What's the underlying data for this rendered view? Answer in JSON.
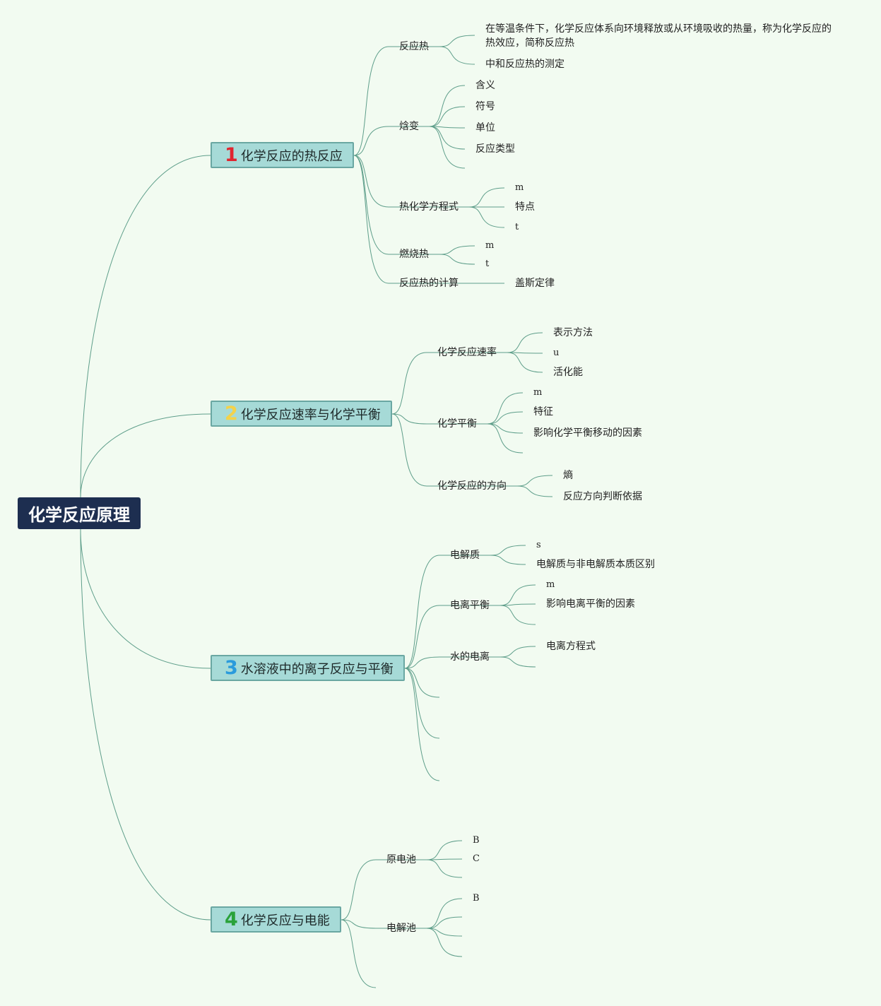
{
  "root": {
    "title": "化学反应原理"
  },
  "colors": {
    "link": "#5e9e8a",
    "background": "#f2fbf1",
    "root_bg": "#1d2e50",
    "topic_bg": "#a6dad7"
  },
  "topics": [
    {
      "num": "1",
      "num_color": "#e0252f",
      "label": "化学反应的热反应",
      "branches": [
        {
          "label": "反应热",
          "leaves": [
            "在等温条件下，化学反应体系向环境释放或从环境吸收的热量，称为化学反应的热效应，简称反应热",
            "中和反应热的测定"
          ]
        },
        {
          "label": "焓变",
          "leaves": [
            "含义",
            "符号",
            "单位",
            "反应类型",
            ""
          ]
        },
        {
          "label": "热化学方程式",
          "leaves": [
            "m",
            "特点",
            "t"
          ]
        },
        {
          "label": "燃烧热",
          "leaves": [
            "m",
            "t"
          ]
        },
        {
          "label": "反应热的计算",
          "leaves": [
            "盖斯定律"
          ]
        }
      ]
    },
    {
      "num": "2",
      "num_color": "#f3d24a",
      "label": "化学反应速率与化学平衡",
      "branches": [
        {
          "label": "化学反应速率",
          "leaves": [
            "表示方法",
            "u",
            "活化能"
          ]
        },
        {
          "label": "化学平衡",
          "leaves": [
            "m",
            "特征",
            "影响化学平衡移动的因素",
            ""
          ]
        },
        {
          "label": "化学反应的方向",
          "leaves": [
            "熵",
            "反应方向判断依据"
          ]
        }
      ]
    },
    {
      "num": "3",
      "num_color": "#2a9bdc",
      "label": "水溶液中的离子反应与平衡",
      "branches": [
        {
          "label": "电解质",
          "leaves": [
            "s",
            "电解质与非电解质本质区别"
          ]
        },
        {
          "label": "电离平衡",
          "leaves": [
            "m",
            "影响电离平衡的因素",
            ""
          ]
        },
        {
          "label": "水的电离",
          "leaves": [
            "电离方程式",
            ""
          ]
        },
        {
          "label": "",
          "leaves": []
        },
        {
          "label": "",
          "leaves": []
        },
        {
          "label": "",
          "leaves": []
        }
      ]
    },
    {
      "num": "4",
      "num_color": "#2aa23a",
      "label": "化学反应与电能",
      "branches": [
        {
          "label": "原电池",
          "leaves": [
            "B",
            "C",
            ""
          ]
        },
        {
          "label": "电解池",
          "leaves": [
            "B",
            "",
            ""
          ]
        },
        {
          "label": "",
          "leaves": []
        }
      ]
    }
  ]
}
